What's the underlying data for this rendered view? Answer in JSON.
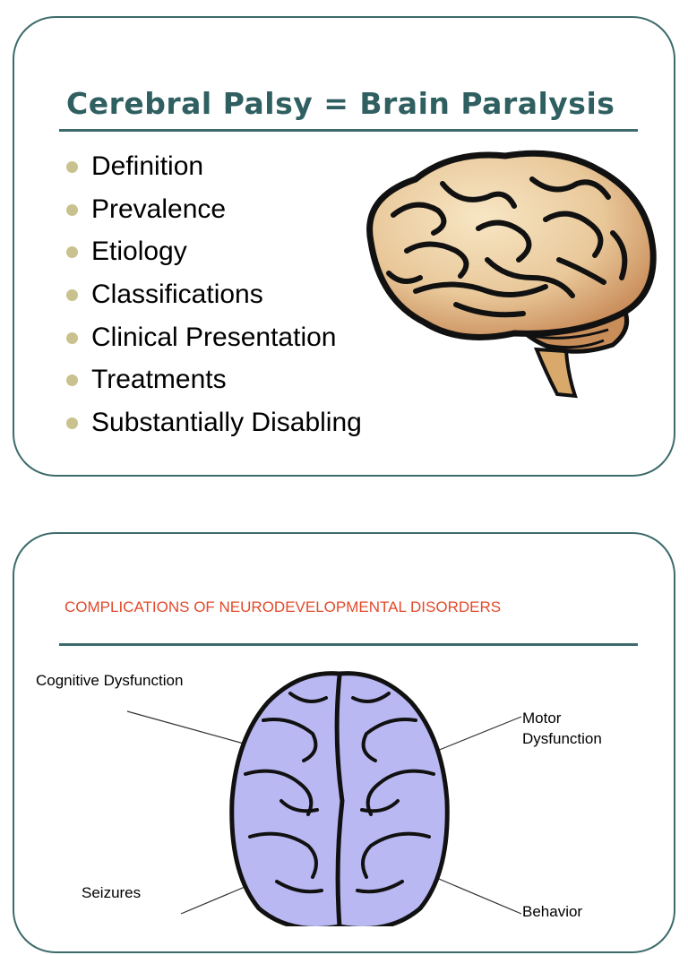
{
  "slide1": {
    "title": "Cerebral Palsy = Brain Paralysis",
    "bullets": [
      "Definition",
      "Prevalence",
      "Etiology",
      "Classifications",
      "Clinical Presentation",
      "Treatments",
      "Substantially Disabling"
    ],
    "image": "brain-side-view-illustration"
  },
  "slide2": {
    "title": "COMPLICATIONS OF NEURODEVELOPMENTAL DISORDERS",
    "labels": {
      "cognitive": "Cognitive Dysfunction",
      "motor_line1": "Motor",
      "motor_line2": "Dysfunction",
      "seizures": "Seizures",
      "behavior": "Behavior"
    },
    "image": "brain-top-view-illustration"
  },
  "colors": {
    "border": "#3d6b6b",
    "title1": "#2f5f60",
    "title2": "#e24a2b",
    "bullet_dot": "#c9c28f",
    "brain2_fill": "#b9b8f2"
  }
}
